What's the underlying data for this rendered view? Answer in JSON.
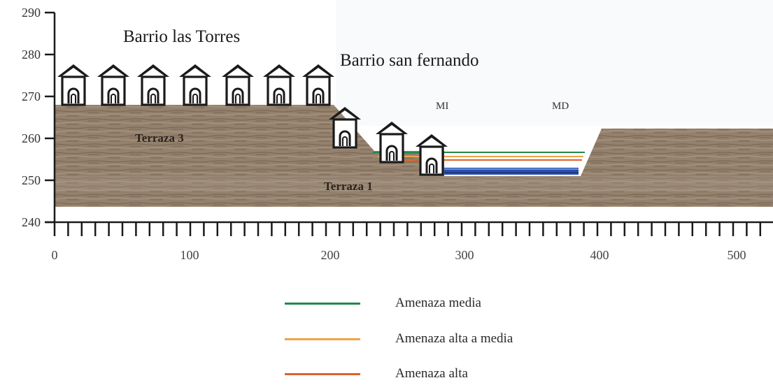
{
  "diagram": {
    "labels": {
      "barrio_torres": "Barrio las Torres",
      "barrio_san_fernando": "Barrio san fernando",
      "terraza_3": "Terraza 3",
      "terraza_1": "Terraza 1",
      "mi": "MI",
      "md": "MD"
    },
    "y_ticks": [
      "290",
      "280",
      "270",
      "260",
      "250",
      "240"
    ],
    "x_ticks": [
      "0",
      "100",
      "200",
      "300",
      "400",
      "500"
    ],
    "colors": {
      "terrain": "#8d7b68",
      "terrain_dark": "#6f5e4d",
      "house": "#1a1a1a",
      "amenaza_media": "#1f8a4c",
      "amenaza_alta_media": "#f0a24a",
      "amenaza_alta": "#e0602a",
      "river": "#2a4fb0"
    },
    "house_icon": "house-icon"
  },
  "legend": {
    "items": [
      {
        "label": "Amenaza media",
        "color": "#1f8a4c"
      },
      {
        "label": "Amenaza alta a media",
        "color": "#f0a24a"
      },
      {
        "label": "Amenaza alta",
        "color": "#e0602a"
      }
    ]
  }
}
